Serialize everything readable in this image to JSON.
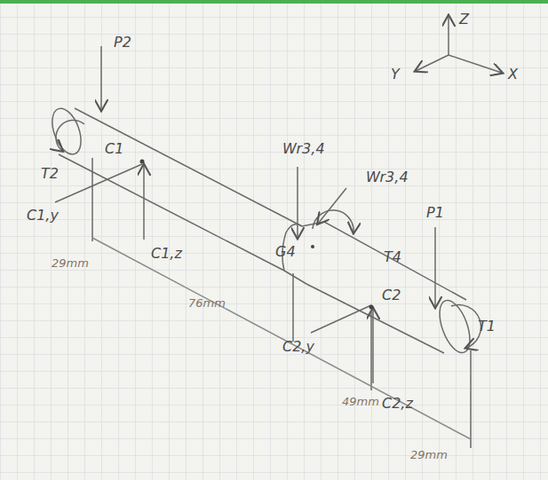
{
  "diagram": {
    "labels": [
      "P2",
      "T2",
      "C1",
      "C1,y",
      "C1,z",
      "29mm",
      "76mm",
      "Wr3,4",
      "Wr3,4",
      "G4",
      "T4",
      "P1",
      "T1",
      "C2",
      "C2,y",
      "C2,z",
      "49mm",
      "29mm",
      "Z",
      "Y",
      "X"
    ]
  }
}
